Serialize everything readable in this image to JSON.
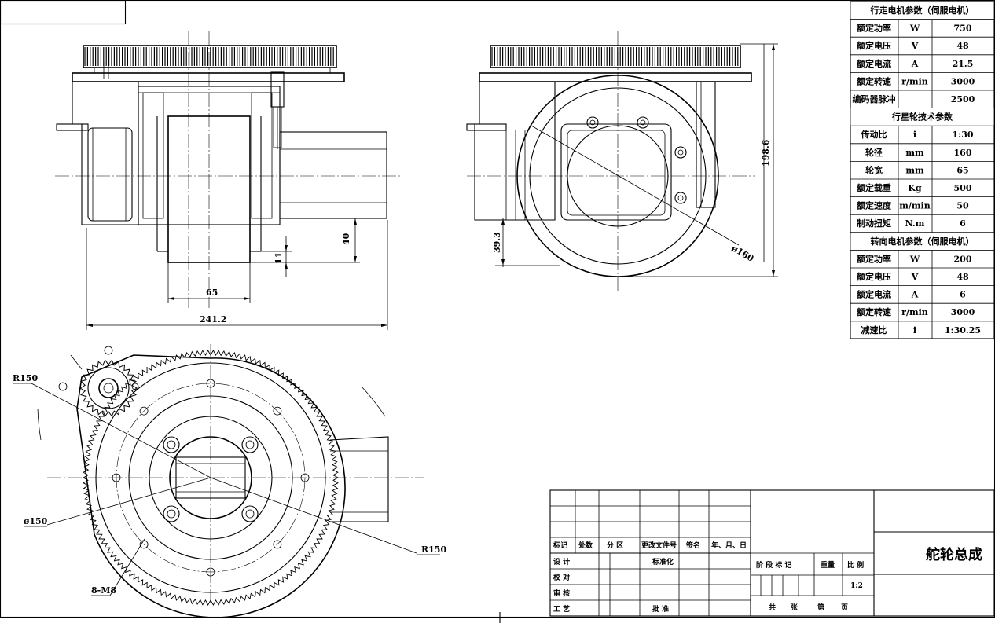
{
  "drawing_title": "舵轮总成",
  "scale_value": "1:2",
  "dimensions": {
    "wheel_width": "65",
    "overall_width": "241.2",
    "height_40": "40",
    "height_11": "11",
    "height_39": "39.3",
    "total_height": "198.6",
    "diameter_160": "ø160",
    "r150_left": "R150",
    "r150_right": "R150",
    "diameter_150": "ø150",
    "bolts": "8-M8"
  },
  "param_sections": [
    {
      "title": "行走电机参数（伺服电机）",
      "rows": [
        [
          "额定功率",
          "W",
          "750"
        ],
        [
          "额定电压",
          "V",
          "48"
        ],
        [
          "额定电流",
          "A",
          "21.5"
        ],
        [
          "额定转速",
          "r/min",
          "3000"
        ],
        [
          "编码器脉冲",
          "",
          "2500"
        ]
      ]
    },
    {
      "title": "行星轮技术参数",
      "rows": [
        [
          "传动比",
          "i",
          "1:30"
        ],
        [
          "轮径",
          "mm",
          "160"
        ],
        [
          "轮宽",
          "mm",
          "65"
        ],
        [
          "额定载重",
          "Kg",
          "500"
        ],
        [
          "额定速度",
          "m/min",
          "50"
        ],
        [
          "制动扭矩",
          "N.m",
          "6"
        ]
      ]
    },
    {
      "title": "转向电机参数（伺服电机）",
      "rows": [
        [
          "额定功率",
          "W",
          "200"
        ],
        [
          "额定电压",
          "V",
          "48"
        ],
        [
          "额定电流",
          "A",
          "6"
        ],
        [
          "额定转速",
          "r/min",
          "3000"
        ],
        [
          "减速比",
          "i",
          "1:30.25"
        ]
      ]
    }
  ],
  "title_block": {
    "header_row": [
      "标记",
      "处数",
      "分 区",
      "更改文件号",
      "签名",
      "年、月、日"
    ],
    "design": "设 计",
    "check": "校 对",
    "review": "审 核",
    "process": "工 艺",
    "standardize": "标准化",
    "approve": "批 准",
    "stage_mark": "阶 段 标 记",
    "weight": "重量",
    "scale": "比 例",
    "sheets_total": "共",
    "sheets_unit": "张",
    "sheet_num": "第",
    "sheet_page": "页"
  }
}
